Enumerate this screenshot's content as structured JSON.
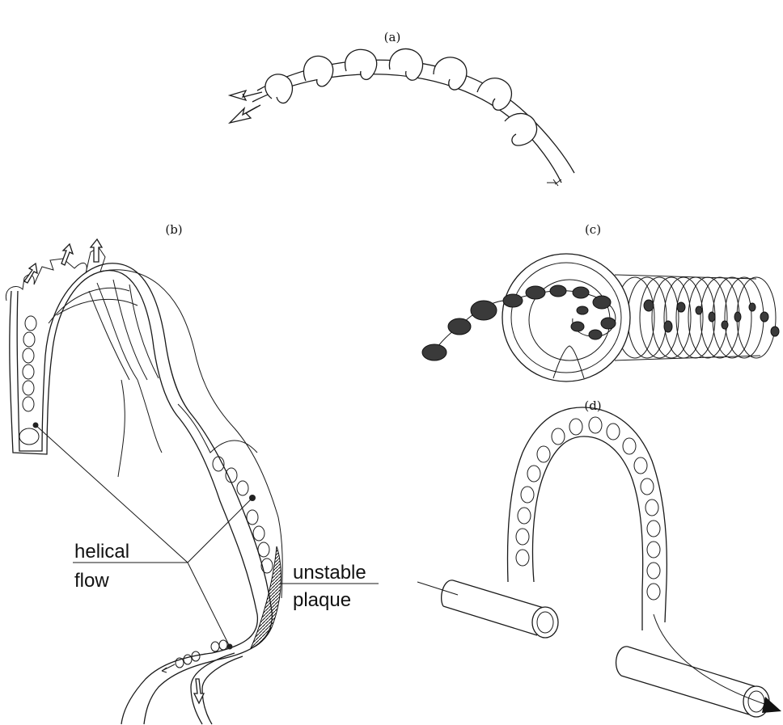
{
  "panels": {
    "a": {
      "label": "(a)"
    },
    "b": {
      "label": "(b)"
    },
    "c": {
      "label": "(c)"
    },
    "d": {
      "label": "(d)"
    }
  },
  "annotations": {
    "helical_line1": "helical",
    "helical_line2": "flow",
    "plaque_line1": "unstable",
    "plaque_line2": "plaque"
  },
  "colors": {
    "stroke": "#1a1a1a",
    "plaque_fill": "#3a3a3a",
    "background": "#ffffff"
  }
}
